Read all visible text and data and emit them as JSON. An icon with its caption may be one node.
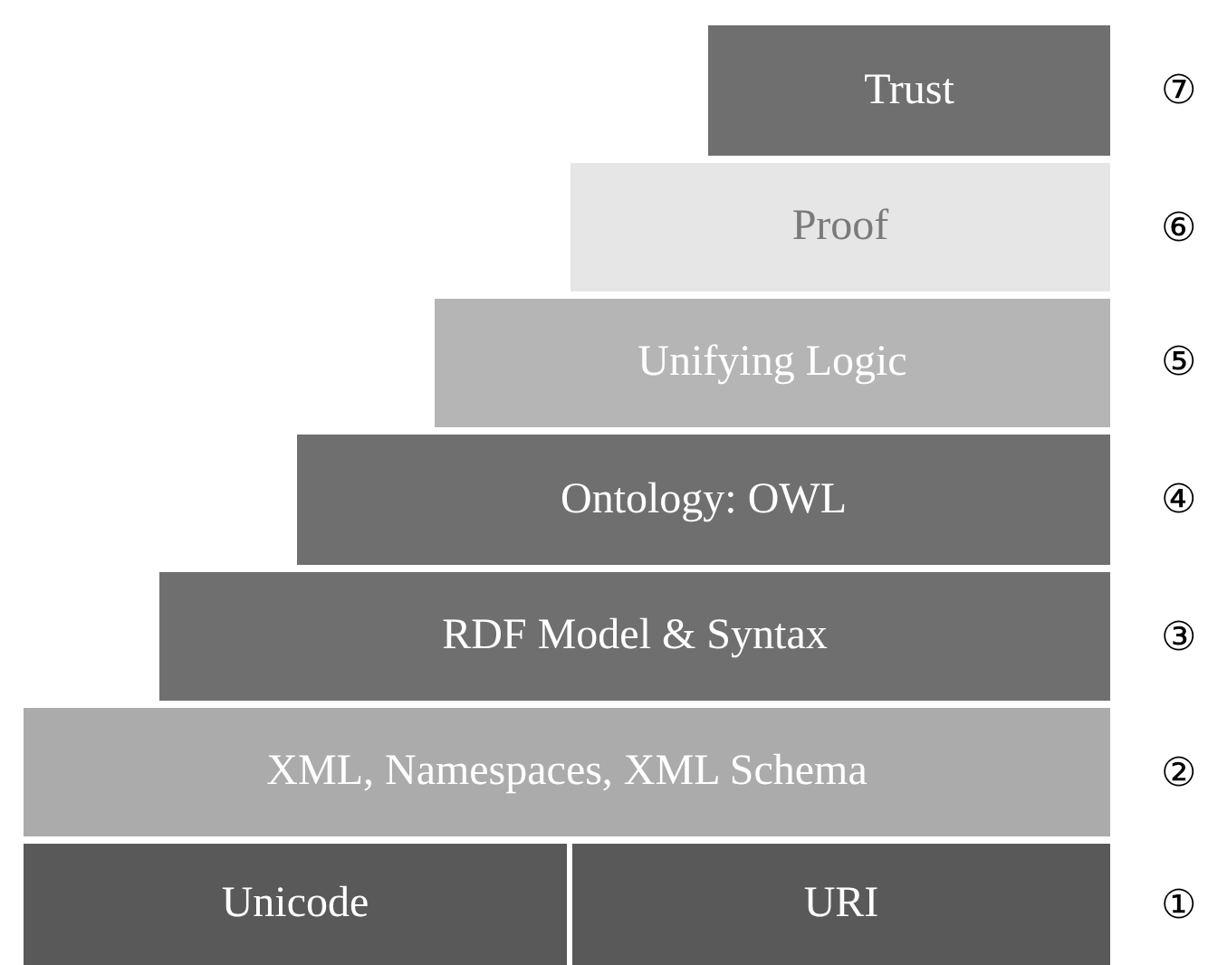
{
  "diagram": {
    "nodes": [
      {
        "text": [
          "Trust"
        ]
      },
      {
        "text": [
          "Proof"
        ]
      },
      {
        "text": [
          "Unifying Logic"
        ]
      },
      {
        "text": [
          "Ontology: OWL"
        ]
      },
      {
        "text": [
          "RDF Model & Syntax"
        ]
      },
      {
        "text": [
          "XML, Namespaces, XML Schema"
        ]
      },
      {
        "text": [
          "Unicode"
        ]
      },
      {
        "text": [
          "URI"
        ]
      }
    ],
    "labels": [
      "⑦",
      "⑥",
      "⑤",
      "④",
      "③",
      "②",
      "①"
    ]
  }
}
